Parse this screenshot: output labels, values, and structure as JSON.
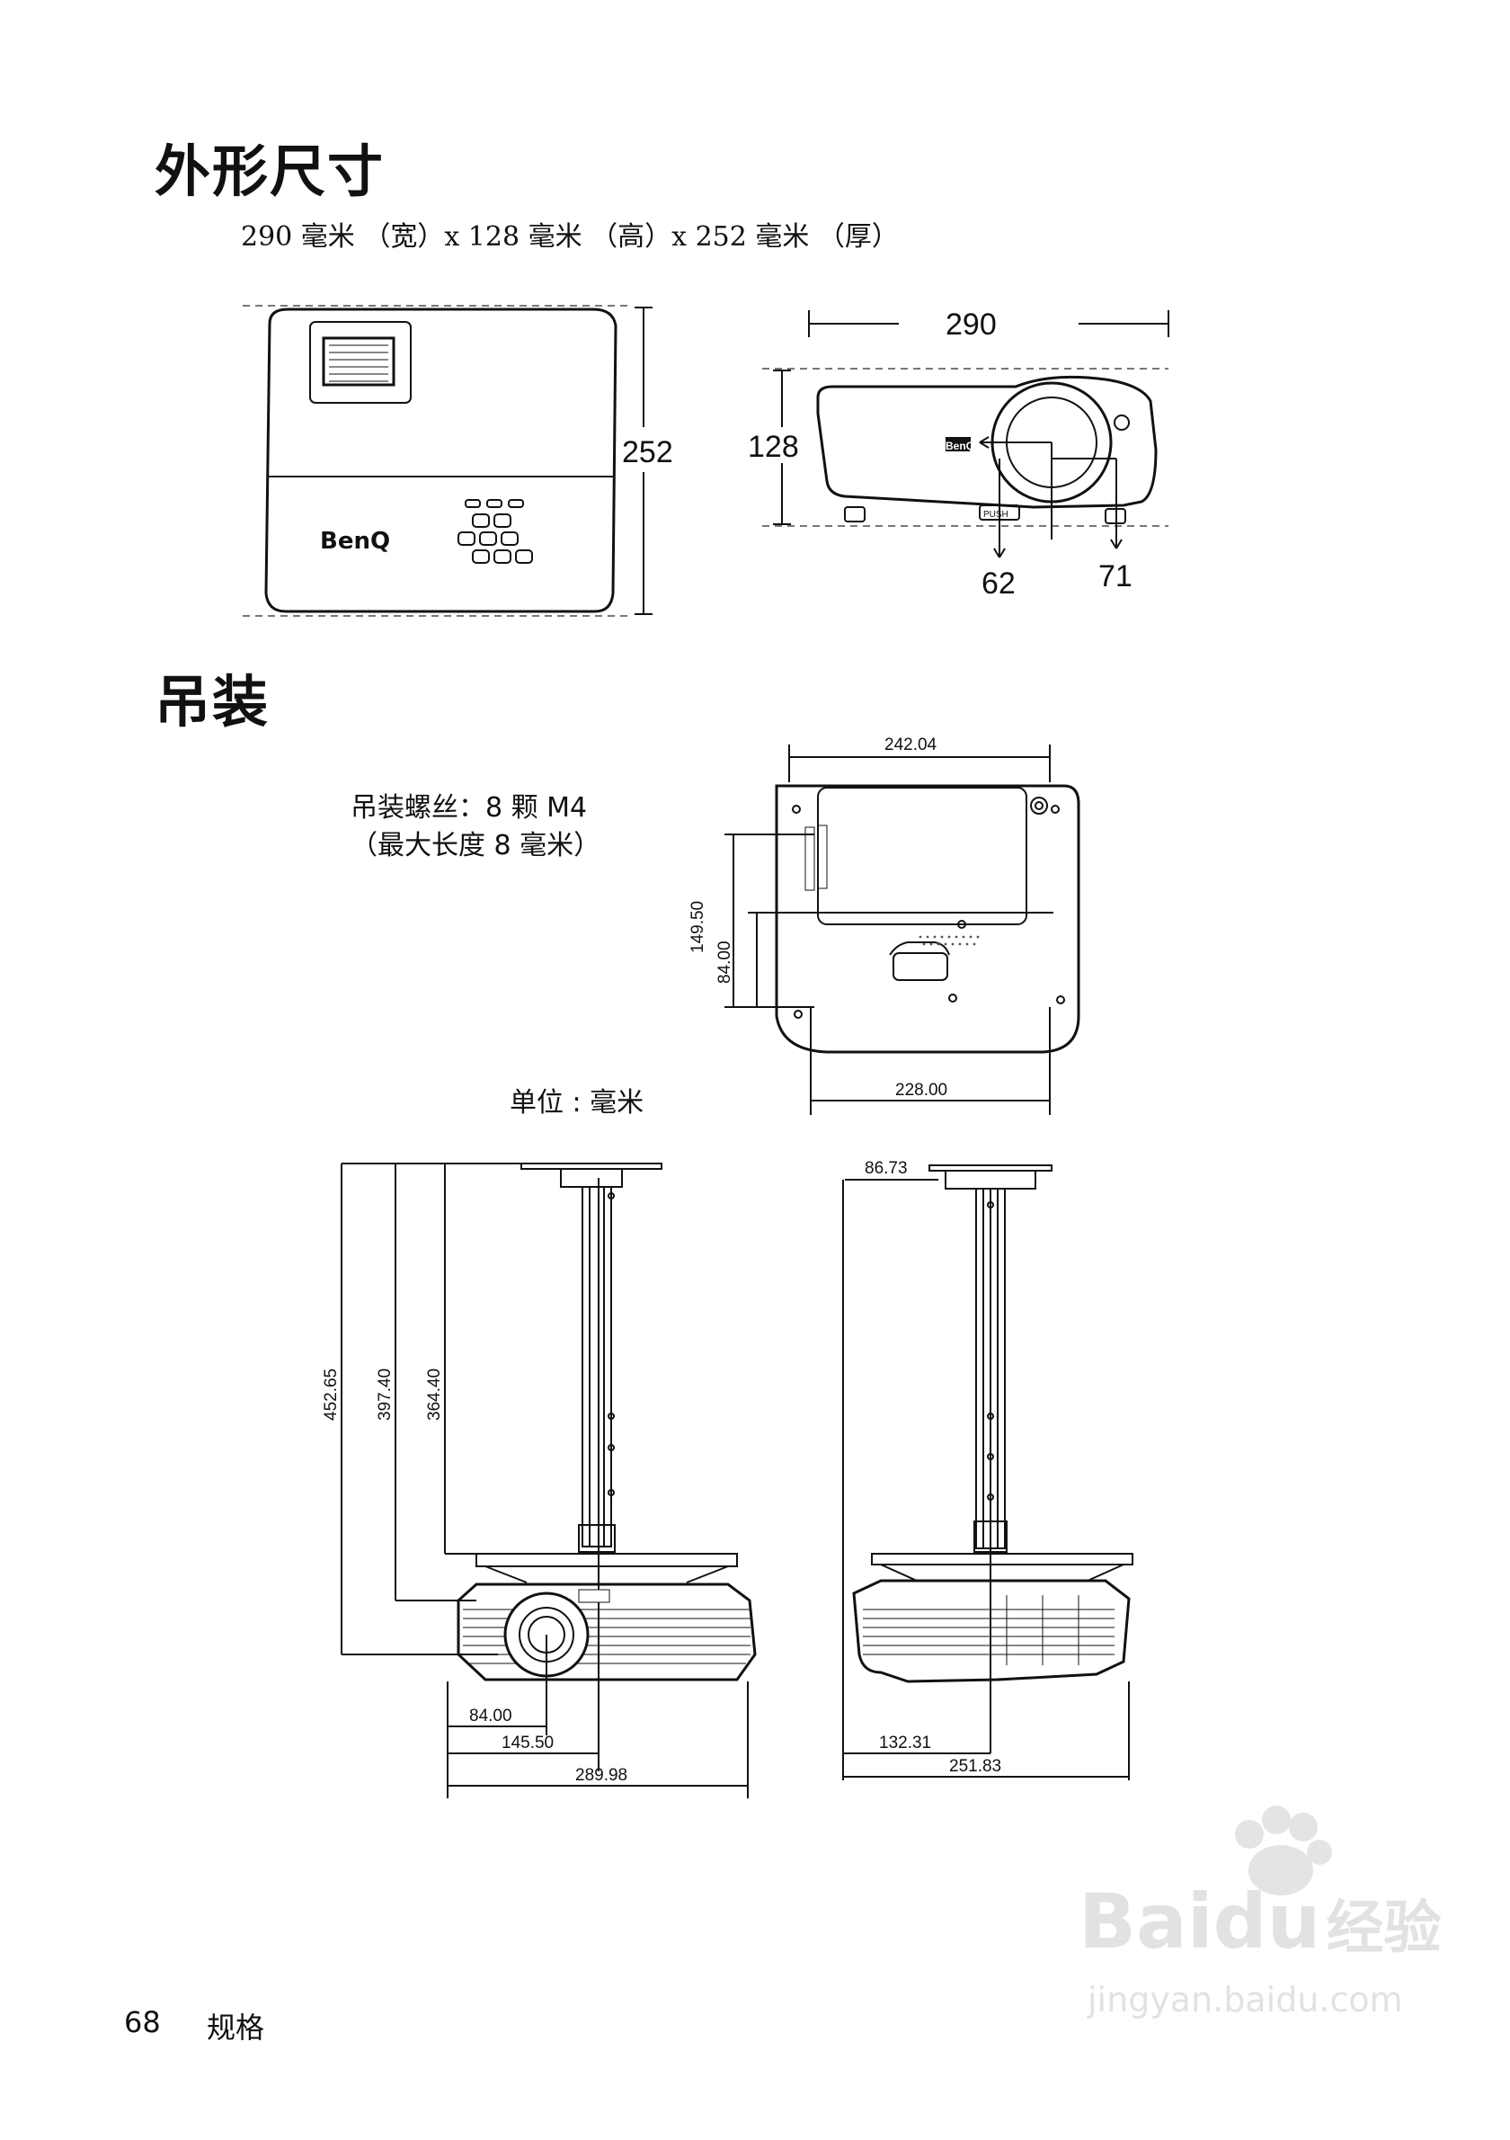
{
  "section_dimensions": {
    "title": "外形尺寸",
    "spec": "290 毫米 （宽）x 128 毫米 （高）x 252 毫米 （厚）",
    "top_view": {
      "depth_label": "252",
      "brand": "BenQ"
    },
    "front_view": {
      "width_label": "290",
      "height_label": "128",
      "offset_left_label": "62",
      "offset_right_label": "71",
      "brand": "BenQ",
      "push_label": "PUSH"
    }
  },
  "section_ceiling": {
    "title": "吊装",
    "screw_note_line1": "吊装螺丝：8 颗 M4",
    "screw_note_line2": "（最大长度 8 毫米）",
    "unit_note": "单位 : 毫米",
    "bottom_view": {
      "top_width": "242.04",
      "bottom_width": "228.00",
      "left_dim_1": "149.50",
      "left_dim_2": "84.00"
    },
    "mount_front": {
      "h1": "452.65",
      "h2": "397.40",
      "h3": "364.40",
      "w1": "84.00",
      "w2": "145.50",
      "w3": "289.98"
    },
    "mount_side": {
      "top_offset": "86.73",
      "w1": "132.31",
      "w2": "251.83"
    }
  },
  "footer": {
    "page_number": "68",
    "section": "规格"
  },
  "watermark": {
    "logo_text": "Bai",
    "logo_text2": "du",
    "logo_cn": "经验",
    "url": "jingyan.baidu.com"
  }
}
